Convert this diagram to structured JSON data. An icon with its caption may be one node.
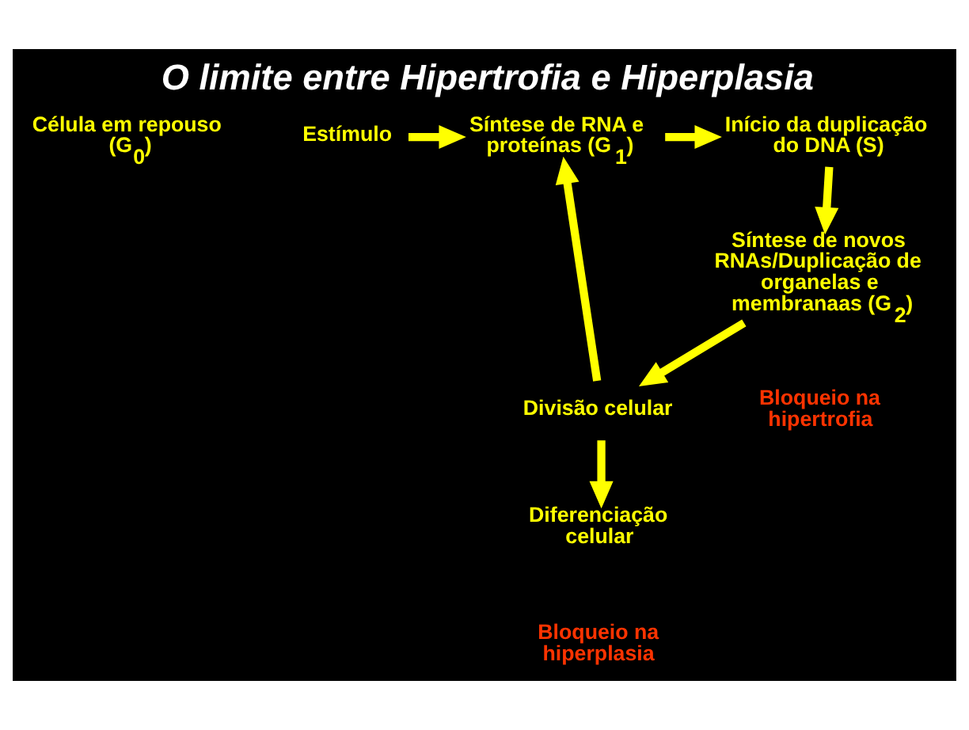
{
  "diagram": {
    "title": "O limite entre Hipertrofia e Hiperplasia",
    "nodes": [
      {
        "text": [
          "Célula em repouso (G$_{0}$)"
        ]
      },
      {
        "text": [
          "Estímulo"
        ]
      },
      {
        "text": [
          "Síntese de RNA e proteínas (G$_{1}$)"
        ]
      },
      {
        "text": [
          "Início da duplicação do DNA (S)"
        ]
      },
      {
        "text": [
          "Síntese de novos RNAs/Duplicação de organelas e membranaas (G$_{2}$)"
        ]
      },
      {
        "text": [
          "Divisão celular"
        ]
      },
      {
        "text": [
          "Diferenciação celular"
        ]
      }
    ],
    "edges": [
      {
        "from": 1,
        "to": 2,
        "arrow": "to"
      },
      {
        "from": 2,
        "to": 3,
        "arrow": "to"
      },
      {
        "from": 3,
        "to": 4,
        "arrow": "to"
      },
      {
        "from": 4,
        "to": 5,
        "arrow": "to"
      },
      {
        "from": 5,
        "to": 2,
        "arrow": "to"
      },
      {
        "from": 5,
        "to": 6,
        "arrow": "to"
      }
    ],
    "labels": [
      "Bloqueio na hiperplasia",
      "Bloqueio na hipertrofia"
    ]
  }
}
